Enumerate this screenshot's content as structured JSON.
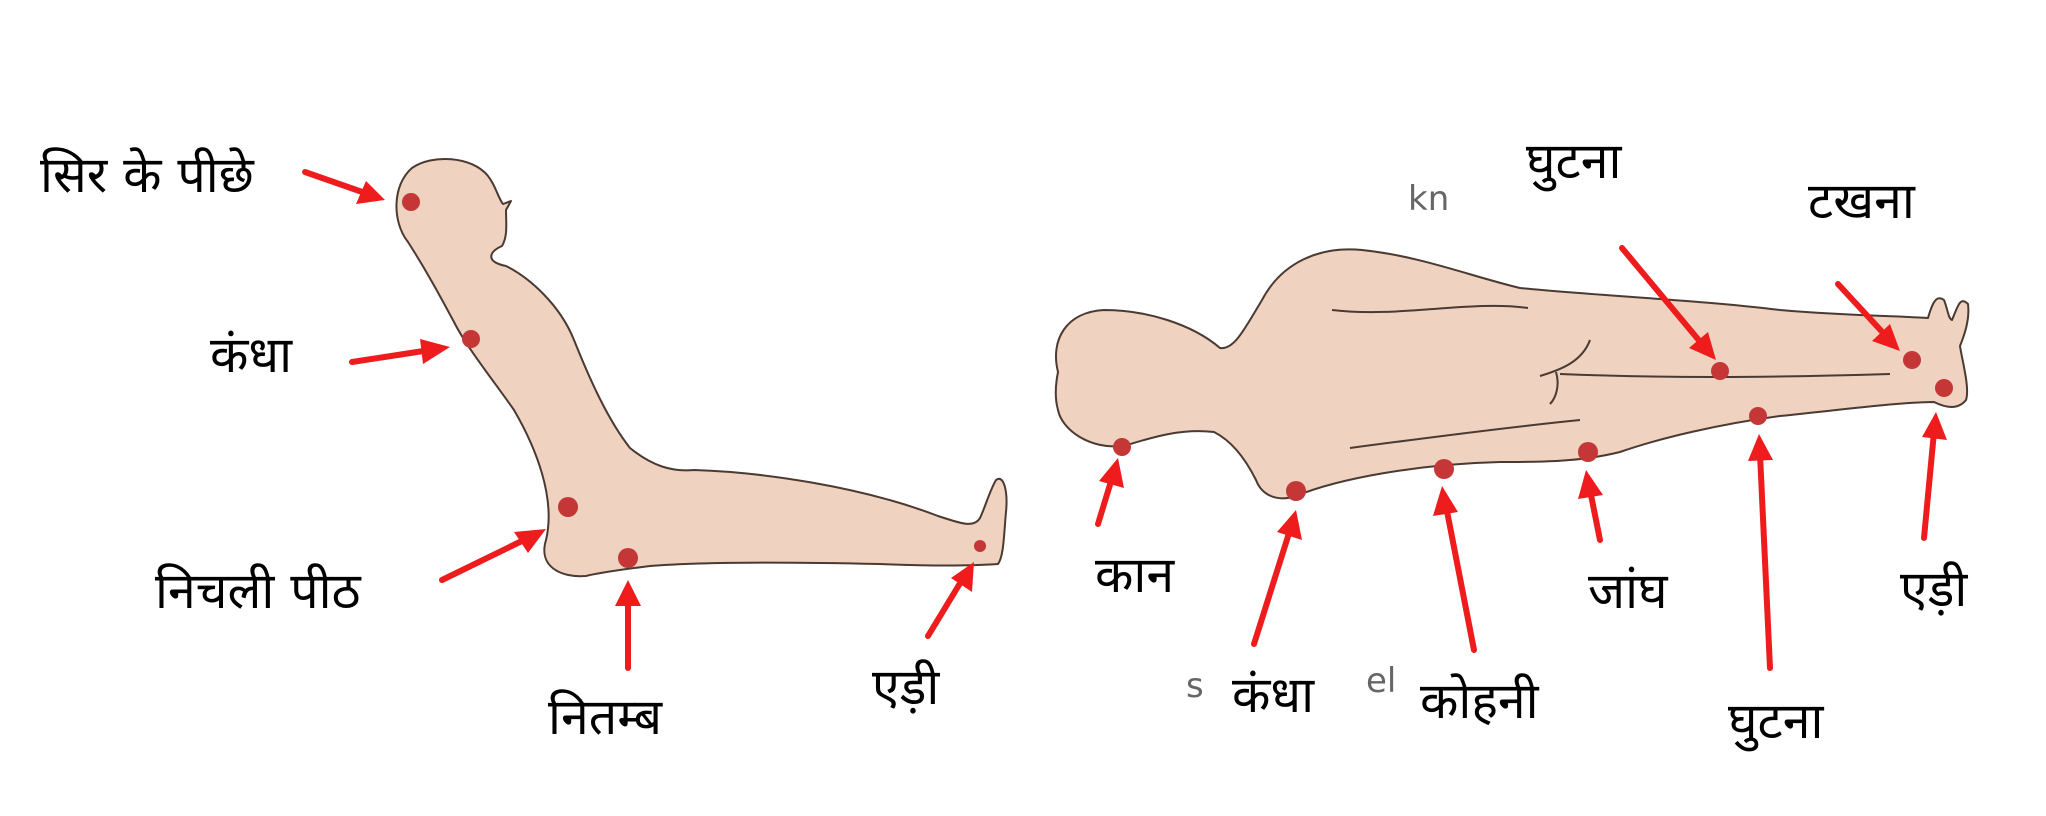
{
  "sitting_figure": {
    "labels": {
      "back_of_head": "सिर के पीछे",
      "shoulder": "कंधा",
      "lower_back": "निचली पीठ",
      "buttocks": "नितम्ब",
      "heel": "एड़ी"
    }
  },
  "lying_figure": {
    "labels": {
      "ear": "कान",
      "shoulder": "कंधा",
      "elbow": "कोहनी",
      "thigh": "जांघ",
      "knee_top": "घुटना",
      "knee_bottom": "घुटना",
      "ankle": "टखना",
      "heel": "एड़ी"
    },
    "residual_fragments": {
      "kn": "kn",
      "s": "s",
      "el": "el"
    }
  },
  "colors": {
    "skin": "#efd2c0",
    "pressure_point": "#c53636",
    "arrow": "#ee1c1c"
  }
}
